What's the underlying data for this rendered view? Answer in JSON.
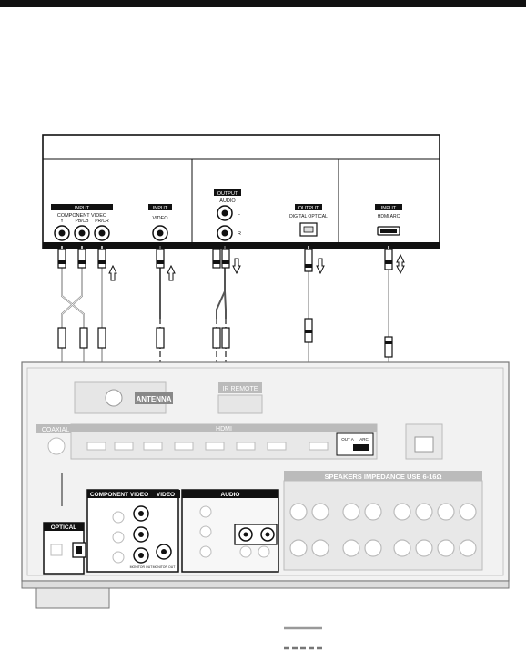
{
  "tv": {
    "component": {
      "header": "INPUT",
      "title": "COMPONENT VIDEO",
      "jacks": [
        "Y",
        "PB/CB",
        "PR/CR"
      ]
    },
    "video_in": {
      "header": "INPUT",
      "label": "VIDEO"
    },
    "audio_out": {
      "header": "OUTPUT",
      "label": "AUDIO",
      "l": "L",
      "r": "R"
    },
    "optical_out": {
      "header": "OUTPUT",
      "label": "DIGITAL OPTICAL"
    },
    "hdmi_in": {
      "header": "INPUT",
      "label": "HDMI ARC"
    }
  },
  "receiver": {
    "antenna": "ANTENNA",
    "remote": "IR REMOTE",
    "coaxial": "COAXIAL",
    "hdmi": "HDMI",
    "hdmi_out": "OUT A",
    "hdmi_arc": "ARC",
    "speakers": "SPEAKERS   IMPEDANCE USE 6-16Ω",
    "component": "COMPONENT VIDEO",
    "video": "VIDEO",
    "audio": "AUDIO",
    "optical": "OPTICAL",
    "monitor_out": "MONITOR OUT",
    "monitor_out_2": "MONITOR OUT"
  },
  "legend": {
    "solid_color": "#999999",
    "dashed_color": "#777777"
  }
}
